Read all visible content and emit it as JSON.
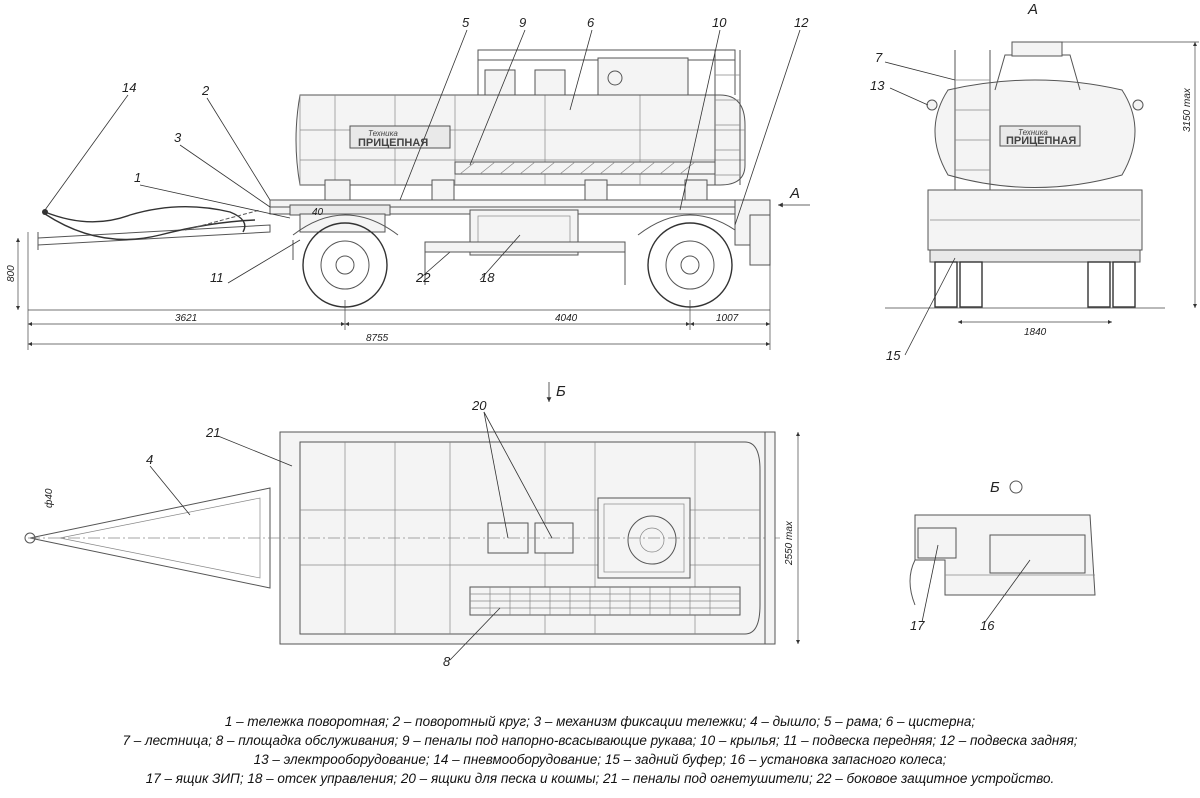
{
  "views": {
    "view_a": "А",
    "view_b_top": "Б",
    "view_b_detail": "Б"
  },
  "logo": {
    "line1": "Техника",
    "line2": "ПРИЦЕПНАЯ"
  },
  "dimensions": {
    "height_hitch": "800",
    "front_overhang": "3621",
    "wheelbase": "4040",
    "rear_overhang": "1007",
    "total_length": "8755",
    "track": "1840",
    "total_height": "3150 max",
    "total_width": "2550 max",
    "eye_diameter": "ф40",
    "part_label": "40"
  },
  "callouts": {
    "c1": "1",
    "c2": "2",
    "c3": "3",
    "c4": "4",
    "c5": "5",
    "c6": "6",
    "c7": "7",
    "c8": "8",
    "c9": "9",
    "c10": "10",
    "c11": "11",
    "c12": "12",
    "c13": "13",
    "c14": "14",
    "c15": "15",
    "c16": "16",
    "c17": "17",
    "c18": "18",
    "c20": "20",
    "c21": "21",
    "c22": "22"
  },
  "legend": [
    "1 – тележка поворотная; 2 – поворотный круг; 3 – механизм фиксации тележки; 4 – дышло; 5 – рама; 6 – цистерна;",
    "7 – лестница; 8 – площадка обслуживания; 9 – пеналы под напорно-всасывающие рукава; 10 – крылья; 11 – подвеска передняя; 12 – подвеска задняя;",
    "13 – электрооборудование; 14 – пневмооборудование; 15 – задний буфер; 16 – установка запасного колеса;",
    "17 – ящик ЗИП; 18 – отсек управления; 20 – ящики для песка и кошмы; 21 – пеналы под огнетушители; 22 – боковое защитное устройство."
  ]
}
